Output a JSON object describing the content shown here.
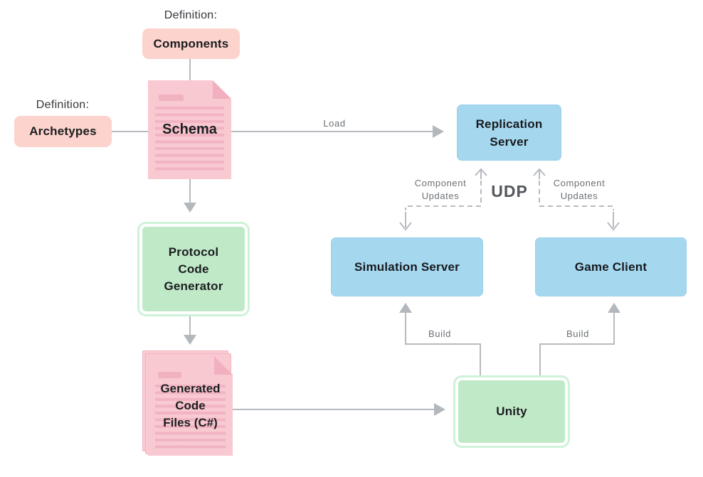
{
  "defs": {
    "components": {
      "caption": "Definition:",
      "label": "Components"
    },
    "archetypes": {
      "caption": "Definition:",
      "label": "Archetypes"
    }
  },
  "nodes": {
    "schema": "Schema",
    "protocol_code_generator": "Protocol\nCode\nGenerator",
    "generated_code_files": "Generated\nCode\nFiles (C#)",
    "replication_server": "Replication\nServer",
    "simulation_server": "Simulation Server",
    "game_client": "Game Client",
    "unity": "Unity"
  },
  "edge_labels": {
    "load": "Load",
    "udp": "UDP",
    "component_updates_left": "Component\nUpdates",
    "component_updates_right": "Component\nUpdates",
    "build_left": "Build",
    "build_right": "Build"
  },
  "colors": {
    "definition_pill": "#fcd3cd",
    "document_fill": "#f9c9d2",
    "document_lines": "#f0b0bf",
    "blue_node": "#a5d8ef",
    "green_node_fill": "#c0e9c8",
    "green_node_ring": "#cdf2d8",
    "connector_gray": "#b7bbc0",
    "edge_label_gray": "#6b7075",
    "udp_text": "#54585e",
    "text_dark": "#1b1d20"
  }
}
